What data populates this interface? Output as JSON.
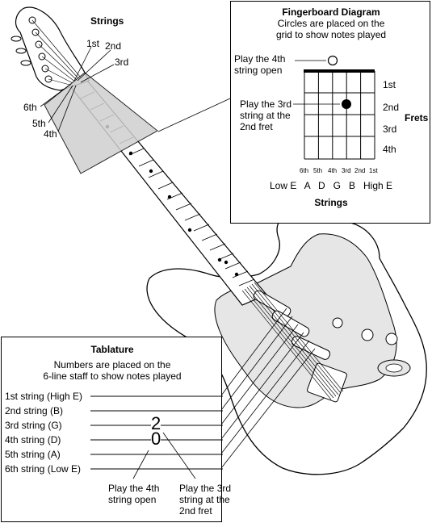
{
  "guitar": {
    "strings_title": "Strings",
    "headstock_labels": [
      "1st",
      "2nd",
      "3rd",
      "6th",
      "5th",
      "4th"
    ]
  },
  "fingerboard": {
    "title": "Fingerboard Diagram",
    "subtitle_line1": "Circles are placed on the",
    "subtitle_line2": "grid to show notes played",
    "open_label_line1": "Play the 4th",
    "open_label_line2": "string open",
    "fret_label_line1": "Play the 3rd",
    "fret_label_line2": "string at the",
    "fret_label_line3": "2nd fret",
    "fret_numbers": [
      "1st",
      "2nd",
      "3rd",
      "4th"
    ],
    "frets_title": "Frets",
    "string_numbers": [
      "6th",
      "5th",
      "4th",
      "3rd",
      "2nd",
      "1st"
    ],
    "string_notes": "Low E   A   D   G   B   High E",
    "strings_title": "Strings"
  },
  "tablature": {
    "title": "Tablature",
    "subtitle_line1": "Numbers are placed on the",
    "subtitle_line2": "6-line staff to show notes played",
    "strings": [
      "1st string (High E)",
      "2nd string (B)",
      "3rd string (G)",
      "4th string (D)",
      "5th string (A)",
      "6th string (Low E)"
    ],
    "note_fret": "2",
    "note_open": "0",
    "open_label_line1": "Play the 4th",
    "open_label_line2": "string open",
    "fret_label_line1": "Play the 3rd",
    "fret_label_line2": "string at the",
    "fret_label_line3": "2nd fret"
  }
}
